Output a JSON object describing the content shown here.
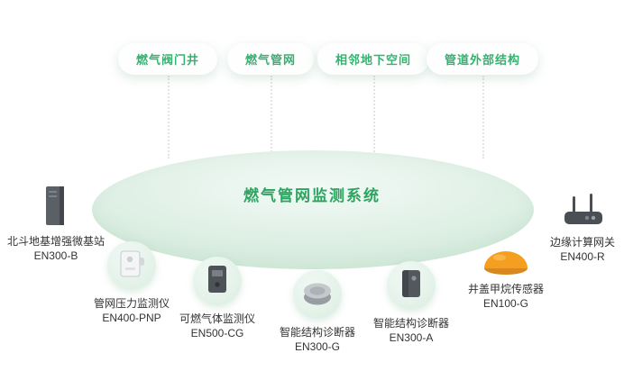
{
  "title": "燃气管网监测系统",
  "categories": [
    {
      "label": "燃气阀门井"
    },
    {
      "label": "燃气管网"
    },
    {
      "label": "相邻地下空间"
    },
    {
      "label": "管道外部结构"
    }
  ],
  "devices": [
    {
      "name": "北斗地基增强微基站",
      "model": "EN300-B",
      "icon": "base-station-icon"
    },
    {
      "name": "管网压力监测仪",
      "model": "EN400-PNP",
      "icon": "pressure-monitor-icon"
    },
    {
      "name": "可燃气体监测仪",
      "model": "EN500-CG",
      "icon": "gas-detector-icon"
    },
    {
      "name": "智能结构诊断器",
      "model": "EN300-G",
      "icon": "structure-diagnoser-icon"
    },
    {
      "name": "智能结构诊断器",
      "model": "EN300-A",
      "icon": "structure-diagnoser-icon"
    },
    {
      "name": "井盖甲烷传感器",
      "model": "EN100-G",
      "icon": "manhole-methane-sensor-icon"
    },
    {
      "name": "边缘计算网关",
      "model": "EN400-R",
      "icon": "edge-gateway-icon"
    }
  ],
  "colors": {
    "accent_green": "#2ca45f",
    "pill_text_green": "#35b170",
    "ellipse_fill": "#e4f2ea",
    "circle_fill": "#e2f1e8",
    "sensor_orange": "#f49f1f",
    "device_dark_gray": "#53585e",
    "label_text": "#333333"
  }
}
